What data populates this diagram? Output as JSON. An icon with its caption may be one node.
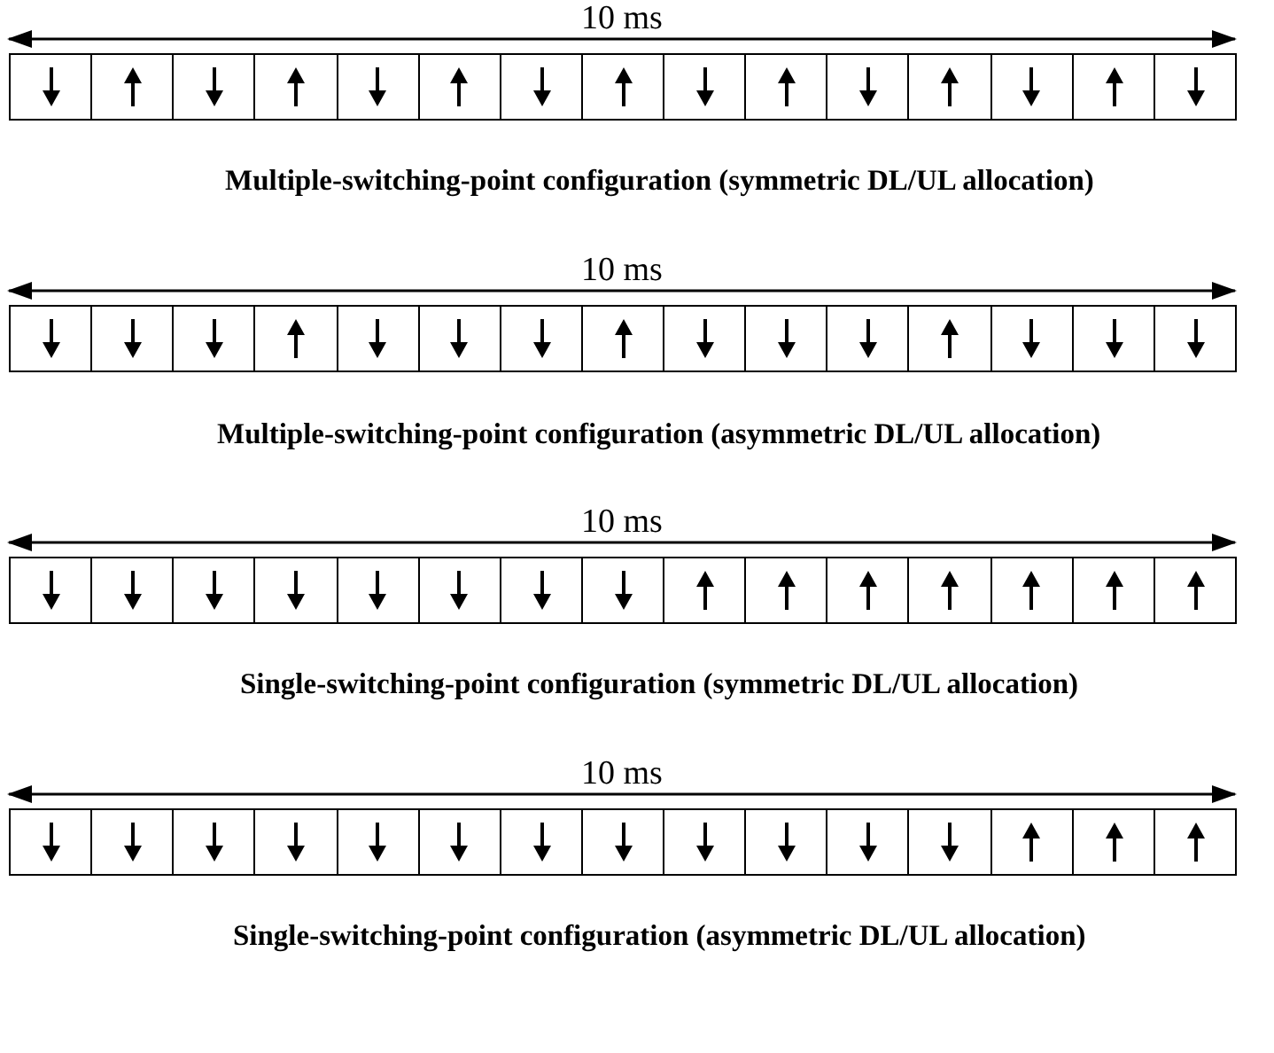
{
  "diagram": {
    "labels": [
      "10 ms",
      "Multiple-switching-point configuration (symmetric DL/UL allocation)",
      "10 ms",
      "Multiple-switching-point configuration (asymmetric DL/UL allocation)",
      "10 ms",
      "Single-switching-point configuration (symmetric DL/UL allocation)",
      "10 ms",
      "Single-switching-point configuration (asymmetric DL/UL allocation)"
    ]
  }
}
